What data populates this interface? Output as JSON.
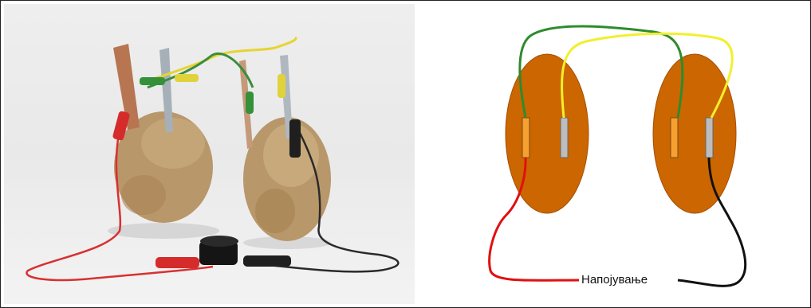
{
  "diagram": {
    "power_label": "Напојување"
  },
  "colors": {
    "potato_fill": "#cc6600",
    "copper_electrode": "#f5a030",
    "zinc_electrode": "#bdbdbd",
    "wire_green": "#2e8b2e",
    "wire_yellow": "#f2ef2e",
    "wire_red": "#e01010",
    "wire_black": "#111111"
  },
  "photo": {
    "description_items": [
      "potato-left",
      "potato-right",
      "copper-strip",
      "zinc-strip",
      "alligator-clips",
      "buzzer"
    ]
  }
}
